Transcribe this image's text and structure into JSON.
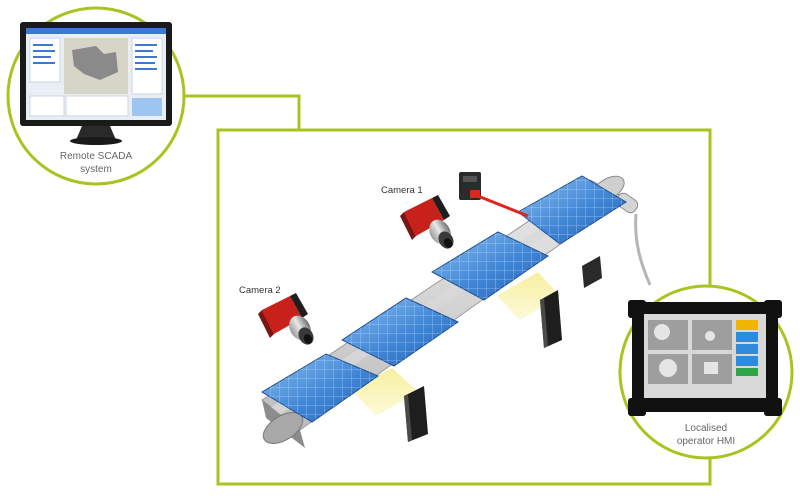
{
  "colors": {
    "accent_green": "#a7c520",
    "panel_blue": "#2f74c8",
    "panel_light": "#8fc0f2",
    "camera_red": "#c8211b",
    "inspection_yellow": "#f2e27a",
    "laser_red": "#e0261c"
  },
  "scada": {
    "label_line1": "Remote SCADA",
    "label_line2": "system",
    "icon": "monitor-icon"
  },
  "hmi": {
    "label_line1": "Localised",
    "label_line2": "operator HMI",
    "icon": "tablet-icon"
  },
  "cameras": [
    {
      "label": "Camera 1",
      "icon": "camera-icon"
    },
    {
      "label": "Camera 2",
      "icon": "camera-icon"
    }
  ],
  "sensor": {
    "icon": "laser-sensor-icon"
  },
  "conveyor": {
    "icon": "conveyor-belt-icon",
    "panel_count": 4
  }
}
